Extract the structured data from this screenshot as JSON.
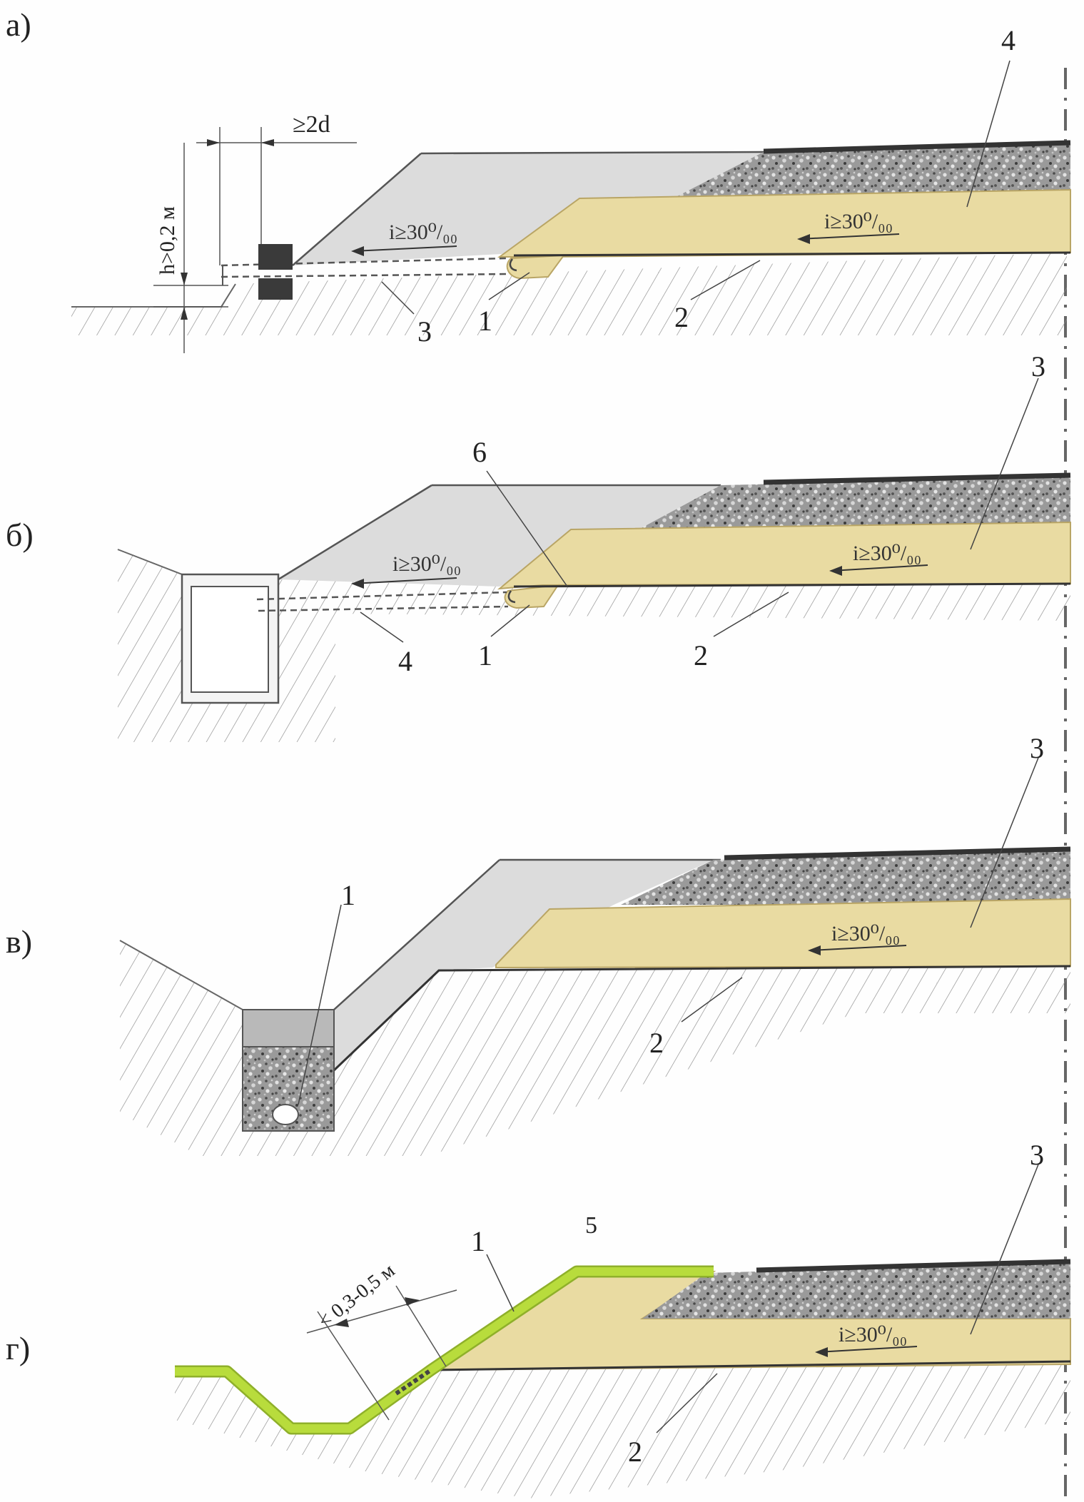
{
  "colors": {
    "yellow_layer": "#e9dba2",
    "yellow_edge": "#b9a565",
    "gravel_dark": "#6c6c6c",
    "gravel_light": "#c9c9c9",
    "shoulder": "#dcdcdc",
    "green_drain": "#b8dc3c",
    "ink": "#333333"
  },
  "panels": {
    "a": {
      "letter": "а)",
      "dim_width": "≥2d",
      "dim_height": "h>0,2 м",
      "slope_left": "i≥30⁰/₀₀",
      "slope_right": "i≥30⁰/₀₀",
      "labels": [
        "1",
        "2",
        "3",
        "4"
      ]
    },
    "b": {
      "letter": "б)",
      "slope_left": "i≥30⁰/₀₀",
      "slope_right": "i≥30⁰/₀₀",
      "labels": [
        "1",
        "2",
        "3",
        "4",
        "6"
      ]
    },
    "c": {
      "letter": "в)",
      "slope_right": "i≥30⁰/₀₀",
      "labels": [
        "1",
        "2",
        "3"
      ]
    },
    "d": {
      "letter": "г)",
      "dim_depth": "< 0,3-0,5 м",
      "slope_right": "i≥30⁰/₀₀",
      "labels": [
        "1",
        "2",
        "3",
        "5"
      ]
    }
  }
}
